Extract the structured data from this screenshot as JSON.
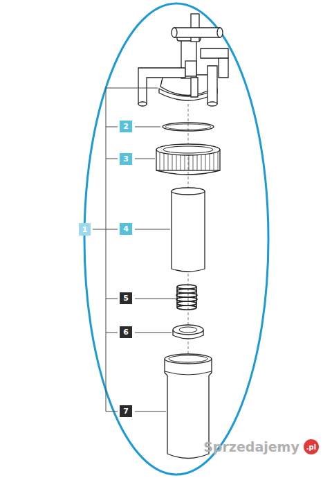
{
  "diagram": {
    "labels": [
      "1",
      "2",
      "3",
      "4",
      "5",
      "6",
      "7",
      "Sprzedajemy",
      ".pl"
    ]
  }
}
